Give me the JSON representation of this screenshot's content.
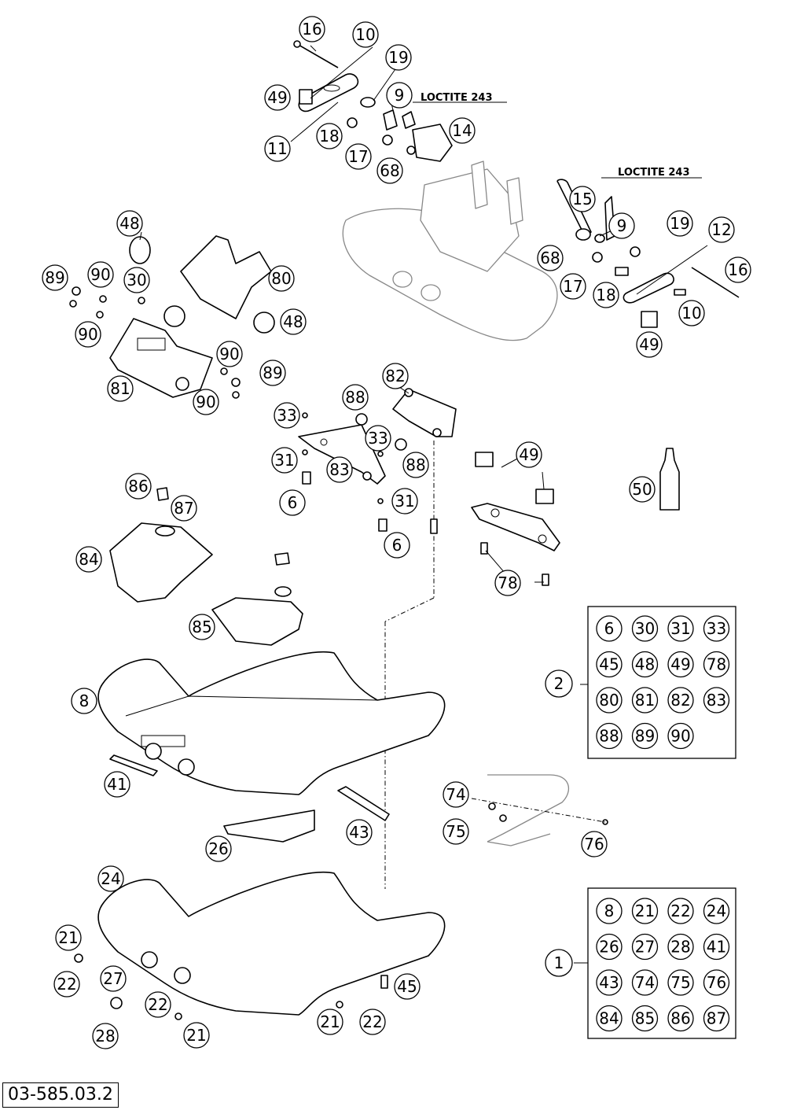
{
  "drawing_number": "03-585.03.2",
  "notes": {
    "loctite_top": "LOCTITE 243",
    "loctite_right": "LOCTITE 243"
  },
  "callouts": {
    "c16a": "16",
    "c10a": "10",
    "c19a": "19",
    "c49a": "49",
    "c9a": "9",
    "c11": "11",
    "c18a": "18",
    "c17a": "17",
    "c14": "14",
    "c68a": "68",
    "c15": "15",
    "c9b": "9",
    "c19b": "19",
    "c12": "12",
    "c16b": "16",
    "c68b": "68",
    "c17b": "17",
    "c18b": "18",
    "c10b": "10",
    "c49b": "49",
    "c48a": "48",
    "c89a": "89",
    "c90a": "90",
    "c30": "30",
    "c80": "80",
    "c90b": "90",
    "c48b": "48",
    "c90c": "90",
    "c89b": "89",
    "c81": "81",
    "c90d": "90",
    "c82": "82",
    "c88a": "88",
    "c33a": "33",
    "c33b": "33",
    "c31a": "31",
    "c83": "83",
    "c88b": "88",
    "c6a": "6",
    "c31b": "31",
    "c6b": "6",
    "c49c": "49",
    "c50": "50",
    "c78": "78",
    "c86": "86",
    "c87": "87",
    "c84": "84",
    "c85": "85",
    "c8": "8",
    "c41": "41",
    "c26": "26",
    "c43": "43",
    "c74": "74",
    "c75": "75",
    "c76": "76",
    "c24": "24",
    "c21a": "21",
    "c22a": "22",
    "c27": "27",
    "c22b": "22",
    "c28": "28",
    "c21b": "21",
    "c21c": "21",
    "c22c": "22",
    "c45": "45",
    "c2": "2",
    "c1": "1"
  },
  "kit_2": {
    "label": "2",
    "items": [
      "6",
      "30",
      "31",
      "33",
      "45",
      "48",
      "49",
      "78",
      "80",
      "81",
      "82",
      "83",
      "88",
      "89",
      "90"
    ]
  },
  "kit_1": {
    "label": "1",
    "items": [
      "8",
      "21",
      "22",
      "24",
      "26",
      "27",
      "28",
      "41",
      "43",
      "74",
      "75",
      "76",
      "84",
      "85",
      "86",
      "87"
    ]
  }
}
